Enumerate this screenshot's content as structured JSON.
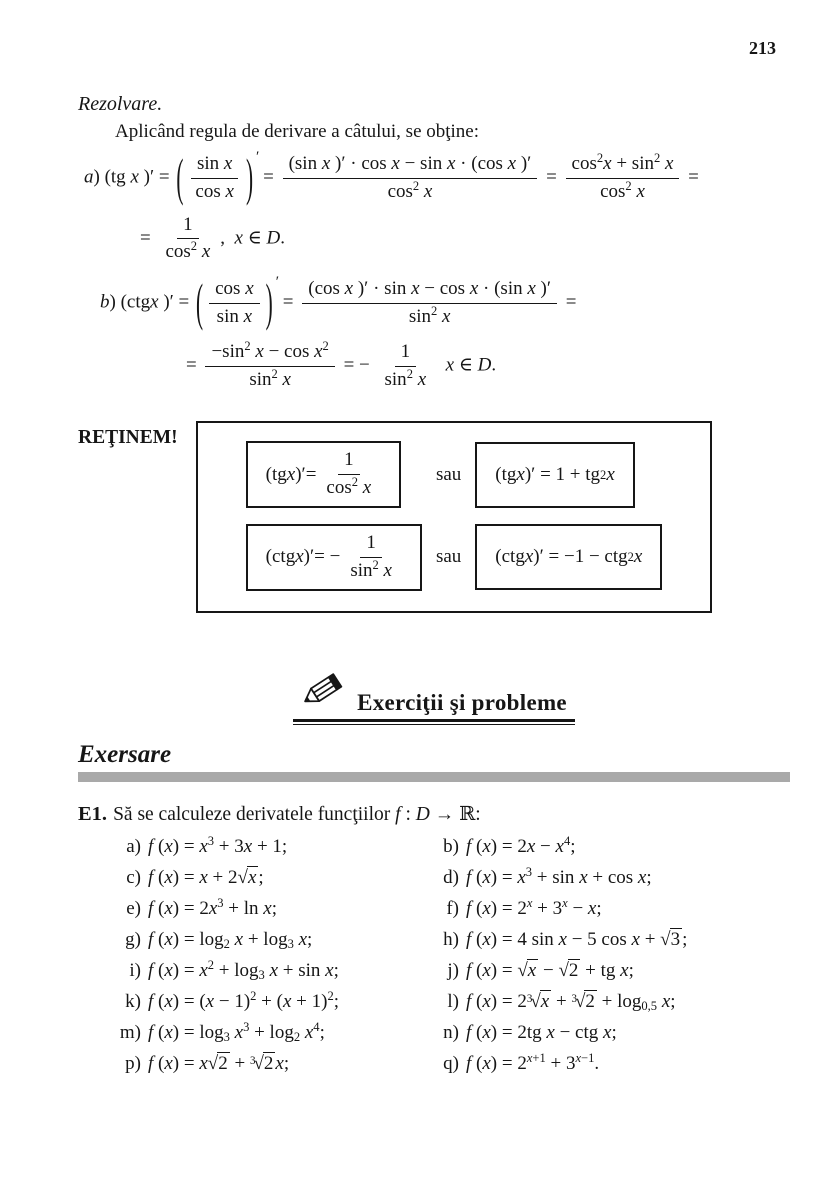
{
  "page": {
    "number": "213"
  },
  "solution": {
    "title": "Rezolvare.",
    "intro": "Aplicând regula de derivare a câtului, se obţine:",
    "a_line1_html": "<i>a</i>) (tg <i>x</i> )′ = <span class='bp'>(</span><span class='fr'><span class='nu'>sin <i>x</i></span><span class='de'>cos <i>x</i></span></span><span class='bp'>)</span><span class='pp'>′</span> = <span class='fr'><span class='nu'>(sin <i>x</i> )′ · cos <i>x</i> − sin <i>x</i> · (cos <i>x</i> )′</span><span class='de'>cos<sup>2</sup> <i>x</i></span></span> = <span class='fr'><span class='nu'>cos<sup>2</sup><i>x</i> + sin<sup>2</sup> <i>x</i></span><span class='de'>cos<sup>2</sup> <i>x</i></span></span> =",
    "a_line2_html": "= <span class='fr'><span class='nu'>1</span><span class='de'>cos<sup>2</sup> <i>x</i></span></span>, &nbsp;<i>x</i> ∈ <i>D</i>.",
    "b_line1_html": "<i>b</i>) (ctg<i>x</i> )′ = <span class='bp'>(</span><span class='fr'><span class='nu'>cos <i>x</i></span><span class='de'>sin <i>x</i></span></span><span class='bp'>)</span><span class='pp'>′</span> = <span class='fr'><span class='nu'>(cos <i>x</i> )′ · sin <i>x</i> − cos <i>x</i> · (sin <i>x</i> )′</span><span class='de'>sin<sup>2</sup> <i>x</i></span></span> =",
    "b_line2_html": "= <span class='fr'><span class='nu'>−sin<sup>2</sup> <i>x</i> − cos <i>x</i><sup>2</sup></span><span class='de'>sin<sup>2</sup> <i>x</i></span></span> = − <span class='fr'><span class='nu'>1</span><span class='de'>sin<sup>2</sup> <i>x</i></span></span> &nbsp;<i>x</i> ∈ <i>D</i>."
  },
  "retain": {
    "label": "REŢINEM!",
    "rows": [
      {
        "left_html": "(tg <i>x</i> )′= <span class='fr'><span class='nu'>1</span><span class='de'>cos<sup>2</sup> <i>x</i></span></span>",
        "connector": "sau",
        "right_html": "(tg <i>x</i> )′ = 1 + tg<sup>2</sup><i>x</i>"
      },
      {
        "left_html": "(ctg <i>x</i> )′= − <span class='fr'><span class='nu'>1</span><span class='de'>sin<sup>2</sup> <i>x</i></span></span>",
        "connector": "sau",
        "right_html": "(ctg<i>x</i> )′ = −1 − ctg<sup>2</sup><i>x</i>"
      }
    ]
  },
  "exercises_header": {
    "title": "Exerciţii şi probleme",
    "icon": "pencil-icon"
  },
  "section_exersare": {
    "title": "Exersare",
    "bar_color": "#a9a9a9"
  },
  "e1": {
    "label": "E1.",
    "intro_html": "Să se calculeze derivatele funcţiilor <i>f</i> : <i>D</i> → ℝ:",
    "items": [
      {
        "tag": "a)",
        "formula_html": "<i>f</i> (<i>x</i>) = <i>x</i><sup>3</sup> + 3<i>x</i> + 1;"
      },
      {
        "tag": "b)",
        "formula_html": "<i>f</i> (<i>x</i>) = 2<i>x</i> − <i>x</i><sup>4</sup>;"
      },
      {
        "tag": "c)",
        "formula_html": "<i>f</i> (<i>x</i>) = <i>x</i> + 2<span class='sq'>√<span class='rb'><i>x</i></span></span>;"
      },
      {
        "tag": "d)",
        "formula_html": "<i>f</i> (<i>x</i>) = <i>x</i><sup>3</sup> + sin <i>x</i> + cos <i>x</i>;"
      },
      {
        "tag": "e)",
        "formula_html": "<i>f</i> (<i>x</i>) = 2<i>x</i><sup>3</sup> + ln <i>x</i>;"
      },
      {
        "tag": "f)",
        "formula_html": "<i>f</i> (<i>x</i>) = 2<sup><i>x</i></sup> + 3<sup><i>x</i></sup> − <i>x</i>;"
      },
      {
        "tag": "g)",
        "formula_html": "<i>f</i> (<i>x</i>) = log<sub>2</sub> <i>x</i> + log<sub>3</sub> <i>x</i>;"
      },
      {
        "tag": "h)",
        "formula_html": "<i>f</i> (<i>x</i>) = 4 sin <i>x</i> − 5 cos <i>x</i> + <span class='sq'>√<span class='rb'>3</span></span>;"
      },
      {
        "tag": "i)",
        "formula_html": "<i>f</i> (<i>x</i>) = <i>x</i><sup>2</sup> + log<sub>3</sub> <i>x</i> + sin <i>x</i>;"
      },
      {
        "tag": "j)",
        "formula_html": "<i>f</i> (<i>x</i>) = <span class='sq'>√<span class='rb'><i>x</i></span></span> − <span class='sq'>√<span class='rb'>2</span></span> + tg <i>x</i>;"
      },
      {
        "tag": "k)",
        "formula_html": "<i>f</i> (<i>x</i>) = (<i>x</i> − 1)<sup>2</sup> + (<i>x</i> + 1)<sup>2</sup>;"
      },
      {
        "tag": "l)",
        "formula_html": "<i>f</i> (<i>x</i>) = 2<span class='sq'><sup class='ri'>3</sup>√<span class='rb'><i>x</i></span></span> + <span class='sq'><sup class='ri'>3</sup>√<span class='rb'>2</span></span> + log<sub>0,5</sub> <i>x</i>;"
      },
      {
        "tag": "m)",
        "formula_html": "<i>f</i> (<i>x</i>) = log<sub>3</sub> <i>x</i><sup>3</sup> + log<sub>2</sub> <i>x</i><sup>4</sup>;"
      },
      {
        "tag": "n)",
        "formula_html": "<i>f</i> (<i>x</i>) = 2tg <i>x</i> − ctg <i>x</i>;"
      },
      {
        "tag": "p)",
        "formula_html": "<i>f</i> (<i>x</i>) = <i>x</i><span class='sq'>√<span class='rb'>2</span></span> + <span class='sq'><sup class='ri'>3</sup>√<span class='rb'>2</span></span><i>x</i>;"
      },
      {
        "tag": "q)",
        "formula_html": "<i>f</i> (<i>x</i>) = 2<sup><i>x</i>+1</sup> + 3<sup><i>x</i>−1</sup>."
      }
    ]
  }
}
